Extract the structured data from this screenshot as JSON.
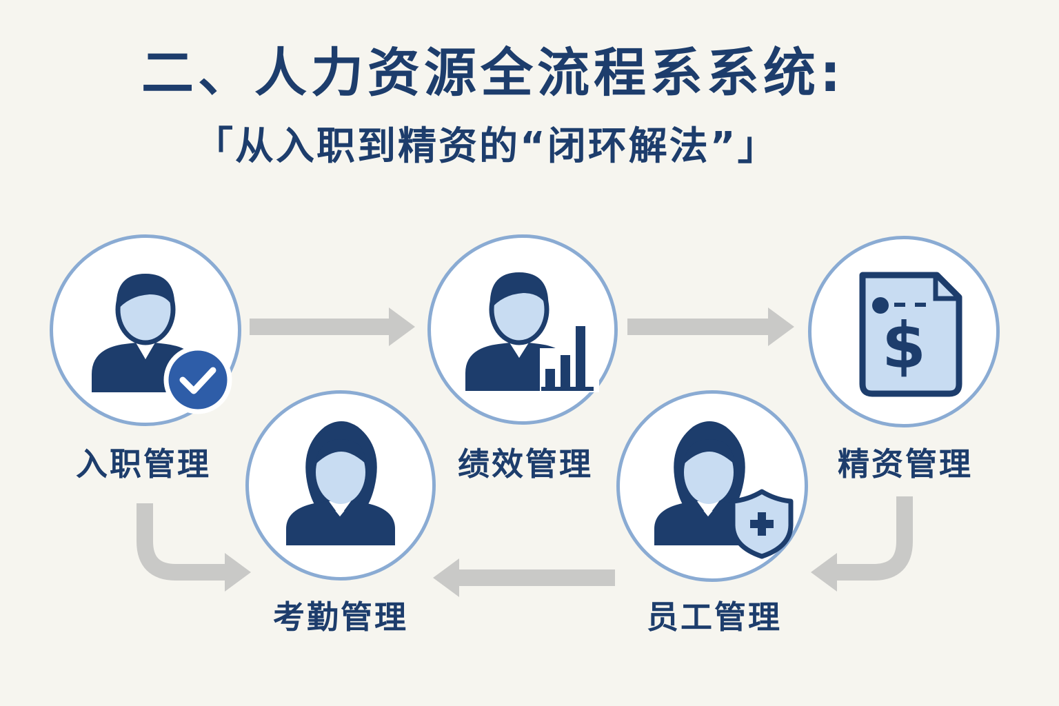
{
  "header": {
    "title": "二、人力资源全流程系系统:",
    "subtitle": "「从入职到精资的“闭环解法”」"
  },
  "nodes": [
    {
      "id": "onboarding",
      "label": "入职管理",
      "icon": "person-check-icon"
    },
    {
      "id": "performance",
      "label": "绩效管理",
      "icon": "person-chart-icon"
    },
    {
      "id": "salary",
      "label": "精资管理",
      "icon": "salary-document-icon"
    },
    {
      "id": "attendance",
      "label": "考勤管理",
      "icon": "woman-icon"
    },
    {
      "id": "employee",
      "label": "员工管理",
      "icon": "woman-shield-icon"
    }
  ],
  "colors": {
    "primary": "#1d3d6c",
    "accent": "#2e5da8",
    "light": "#c8dcf2",
    "ring": "#8aabd3",
    "arrow": "#c9c9c7",
    "background": "#f6f5ef"
  }
}
